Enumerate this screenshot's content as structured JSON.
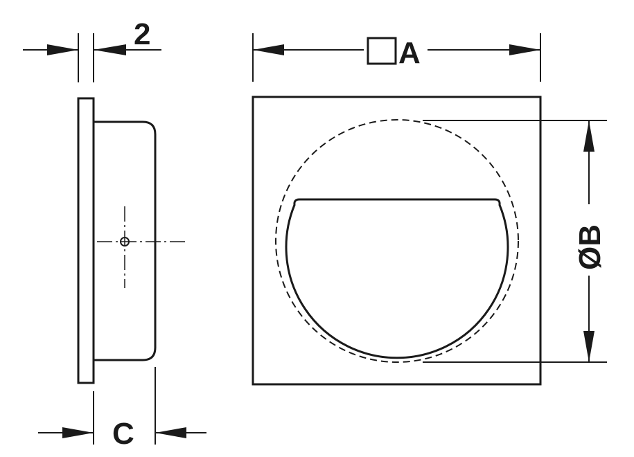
{
  "labels": {
    "thickness": "2",
    "width": "A",
    "diameter": "ØB",
    "depth": "C"
  },
  "colors": {
    "line": "#1a1a1a",
    "background": "#ffffff"
  }
}
